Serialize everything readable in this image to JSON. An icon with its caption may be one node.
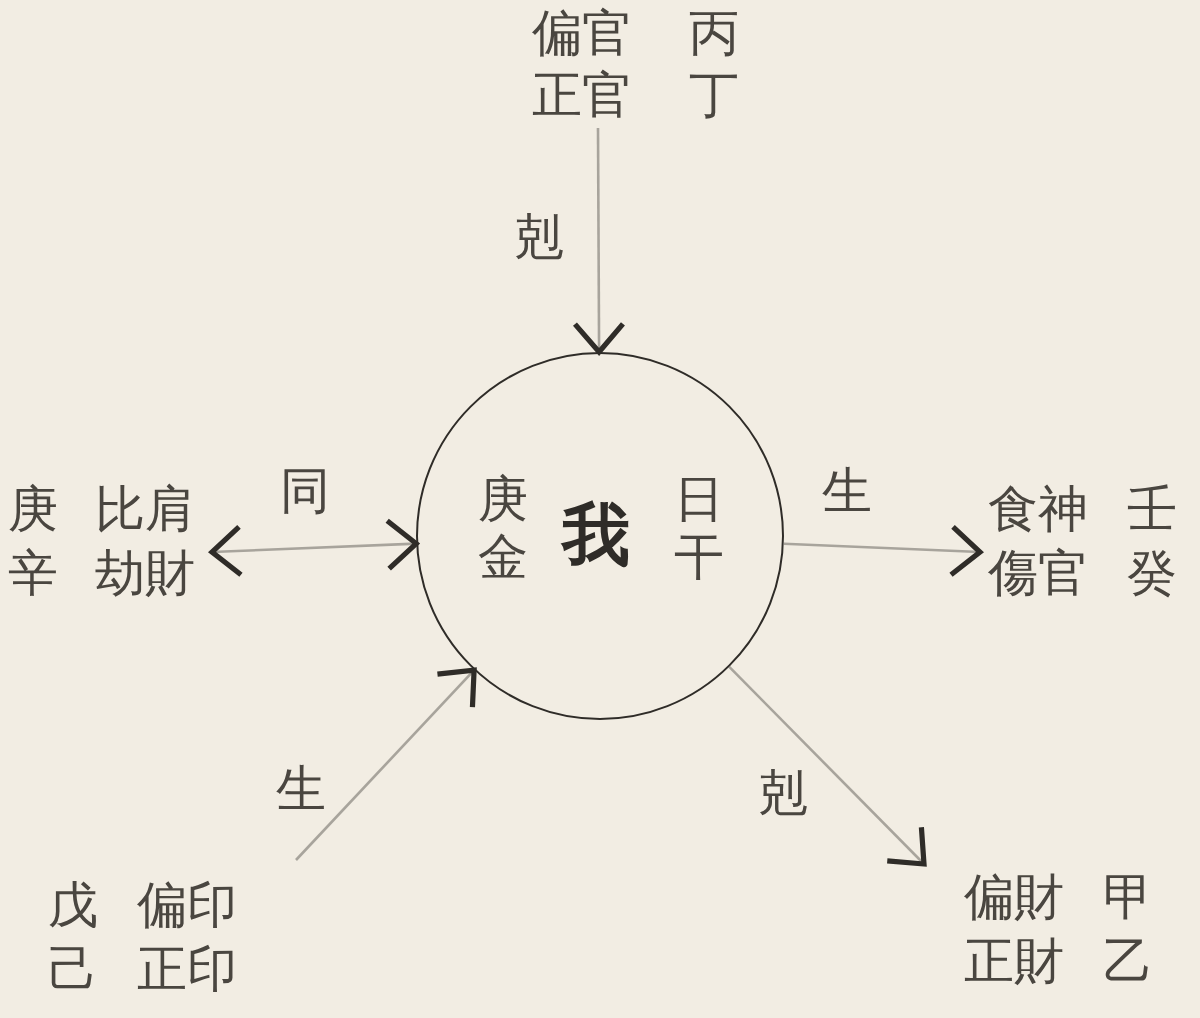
{
  "diagram": {
    "nodes": [
      {
        "text": [
          "庚金",
          "我",
          "日干"
        ]
      },
      {
        "text": [
          "偏官",
          "丙",
          "正官",
          "丁"
        ]
      },
      {
        "text": [
          "庚",
          "比肩",
          "辛",
          "劫財"
        ]
      },
      {
        "text": [
          "食神",
          "壬",
          "傷官",
          "癸"
        ]
      },
      {
        "text": [
          "戊",
          "偏印",
          "己",
          "正印"
        ]
      },
      {
        "text": [
          "偏財",
          "甲",
          "正財",
          "乙"
        ]
      }
    ],
    "edges": [
      {
        "from": 1,
        "to": 0,
        "arrow": "to",
        "label": "剋"
      },
      {
        "from": 2,
        "to": 0,
        "arrow": "both",
        "label": "同"
      },
      {
        "from": 0,
        "to": 3,
        "arrow": "to",
        "label": "生"
      },
      {
        "from": 4,
        "to": 0,
        "arrow": "to",
        "label": "生"
      },
      {
        "from": 0,
        "to": 5,
        "arrow": "to",
        "label": "剋"
      }
    ]
  }
}
